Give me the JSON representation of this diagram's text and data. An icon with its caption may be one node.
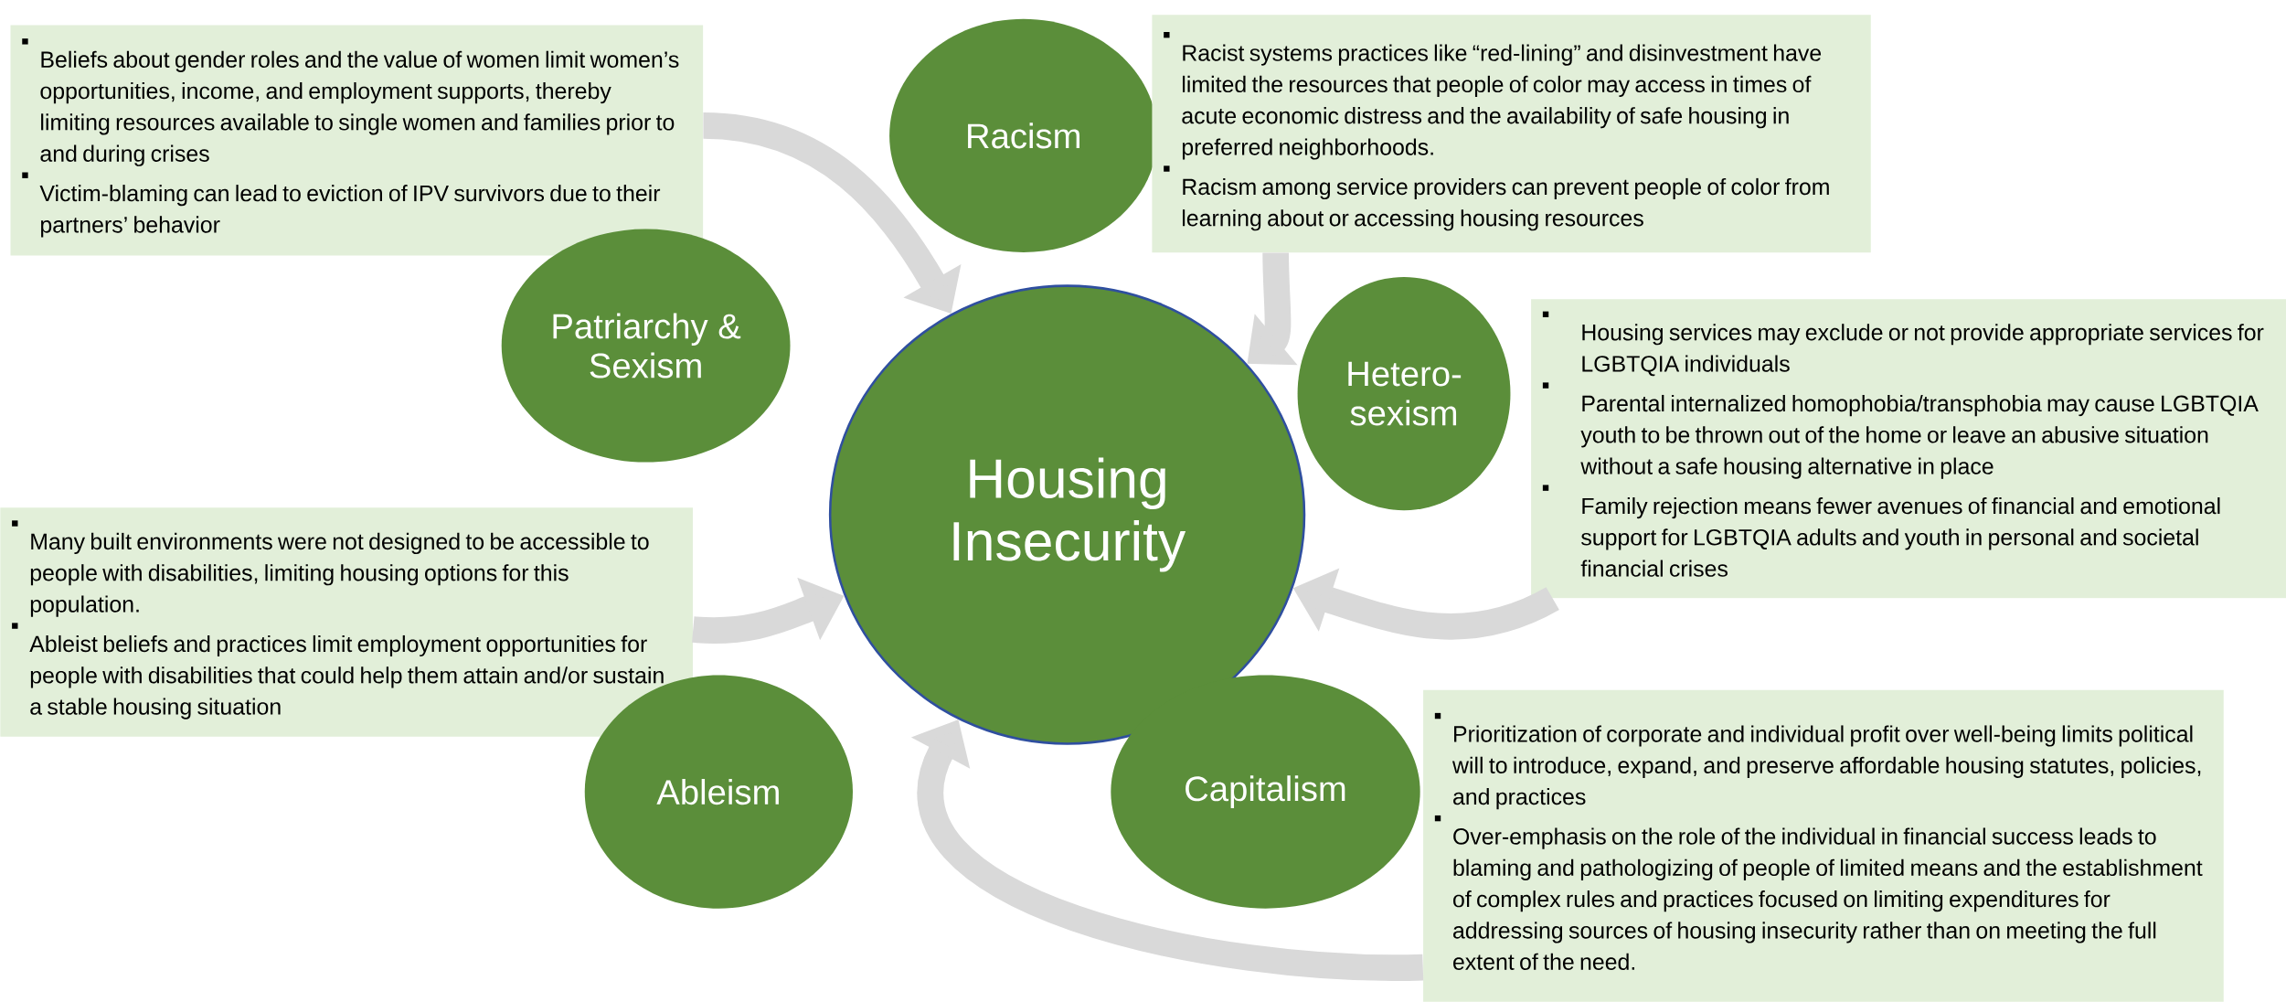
{
  "diagram": {
    "nodes": [
      {
        "text": [
          "Beliefs about gender roles and the value of women limit women’s opportunities, income, and employment supports, thereby limiting resources available to single women and families prior to and during crises",
          "Victim-blaming can lead to eviction of IPV survivors due to their partners’ behavior"
        ]
      },
      {
        "text": [
          "Racism"
        ]
      },
      {
        "text": [
          "Racist systems practices like “red-lining” and disinvestment have limited the resources that people of color may access in times of acute economic distress and the availability of safe housing in preferred neighborhoods.",
          "Racism among service providers can prevent people of color from learning about or accessing housing resources"
        ]
      },
      {
        "text": [
          "Patriarchy & Sexism"
        ]
      },
      {
        "text": [
          "Housing Insecurity"
        ]
      },
      {
        "text": [
          "Hetero-sexism"
        ]
      },
      {
        "text": [
          "Housing services may exclude or not provide appropriate services for LGBTQIA individuals",
          "Parental internalized homophobia/transphobia may cause LGBTQIA youth to be thrown out of the home or leave an abusive situation without a safe housing alternative in place",
          "Family rejection means fewer avenues of financial and emotional support for LGBTQIA adults and youth in personal and societal financial crises"
        ]
      },
      {
        "text": [
          "Many built environments were not designed to be accessible to people with disabilities, limiting housing options for this population.",
          "Ableist beliefs and practices limit employment opportunities for people with disabilities that could help them attain and/or sustain a stable housing situation"
        ]
      },
      {
        "text": [
          "Ableism"
        ]
      },
      {
        "text": [
          "Capitalism"
        ]
      },
      {
        "text": [
          "Prioritization of corporate and individual profit over well-being limits political will to introduce, expand, and preserve affordable housing statutes, policies, and practices",
          "Over-emphasis on the role of the individual in financial success leads to blaming and pathologizing of people of limited means and the establishment of complex rules and practices focused on limiting expenditures for addressing sources of housing insecurity rather than on meeting the full extent of the need."
        ]
      }
    ],
    "edges": [
      {
        "from": 0,
        "to": 4,
        "arrow": "to"
      },
      {
        "from": 2,
        "to": 4,
        "arrow": "to"
      },
      {
        "from": 6,
        "to": 4,
        "arrow": "to"
      },
      {
        "from": 7,
        "to": 4,
        "arrow": "to"
      },
      {
        "from": 10,
        "to": 4,
        "arrow": "to"
      }
    ]
  }
}
